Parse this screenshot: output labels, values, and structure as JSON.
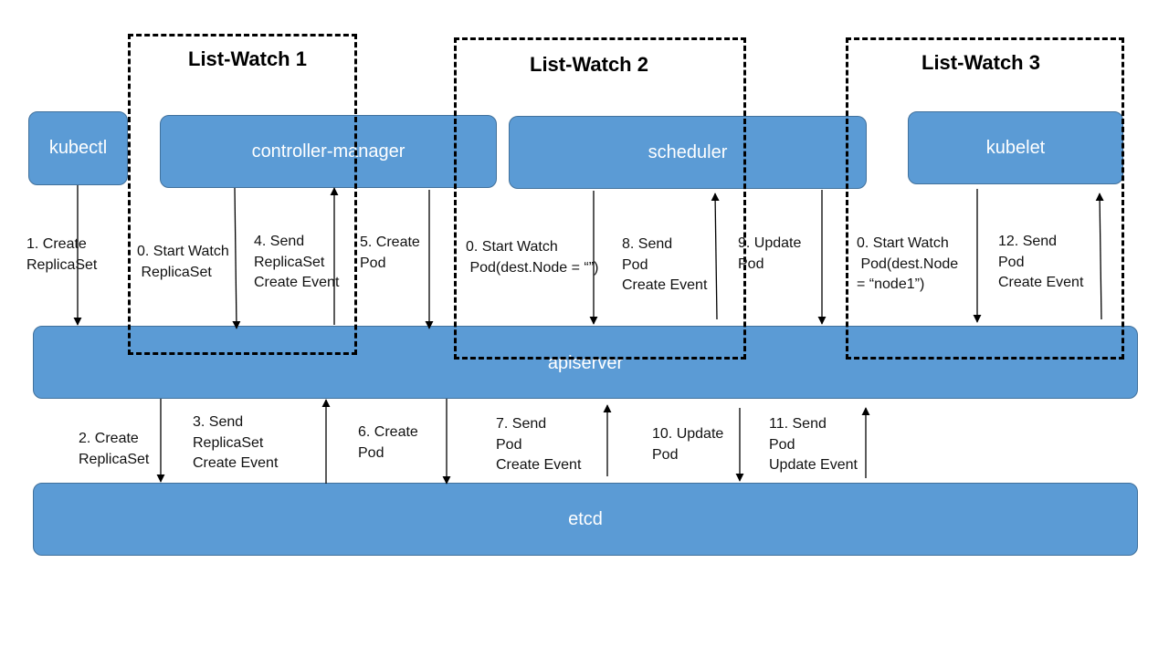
{
  "components": {
    "kubectl": "kubectl",
    "controller_manager": "controller-manager",
    "scheduler": "scheduler",
    "kubelet": "kubelet",
    "apiserver": "apiserver",
    "etcd": "etcd"
  },
  "list_watch": [
    "List-Watch 1",
    "List-Watch 2",
    "List-Watch 3"
  ],
  "steps": {
    "s1": "1. Create\nReplicaSet",
    "s0a": "0. Start Watch\n ReplicaSet",
    "s4": "4. Send\nReplicaSet\nCreate Event",
    "s5": "5. Create\nPod",
    "s0b": "0. Start Watch\n Pod(dest.Node = “”)",
    "s8": "8. Send\nPod\nCreate Event",
    "s9": "9. Update\nPod",
    "s0c": "0. Start Watch\n Pod(dest.Node\n= “node1”)",
    "s12": "12. Send\nPod\nCreate Event",
    "s2": "2. Create\nReplicaSet",
    "s3": "3. Send\nReplicaSet\nCreate Event",
    "s6": "6. Create\nPod",
    "s7": "7. Send\nPod\nCreate Event",
    "s10": "10. Update\nPod",
    "s11": "11. Send\nPod\nUpdate Event"
  }
}
